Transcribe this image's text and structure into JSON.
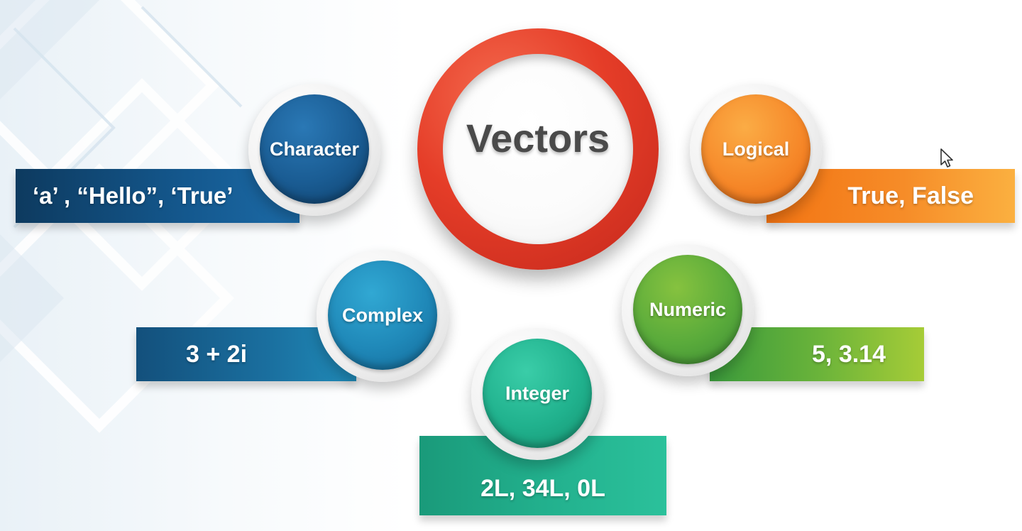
{
  "diagram": {
    "center": {
      "label": "Vectors",
      "color": "#e53d28"
    },
    "nodes": [
      {
        "id": "character",
        "label": "Character",
        "example": "‘a’ , “Hello”, ‘True’",
        "color": "#1a5c93"
      },
      {
        "id": "logical",
        "label": "Logical",
        "example": "True, False",
        "color": "#f6892a"
      },
      {
        "id": "complex",
        "label": "Complex",
        "example": "3 + 2i",
        "color": "#1f88b8"
      },
      {
        "id": "numeric",
        "label": "Numeric",
        "example": "5, 3.14",
        "color": "#5aab3b"
      },
      {
        "id": "integer",
        "label": "Integer",
        "example": "2L, 34L, 0L",
        "color": "#20b18d"
      }
    ]
  },
  "icons": {
    "pointer": "mouse-pointer-icon"
  }
}
